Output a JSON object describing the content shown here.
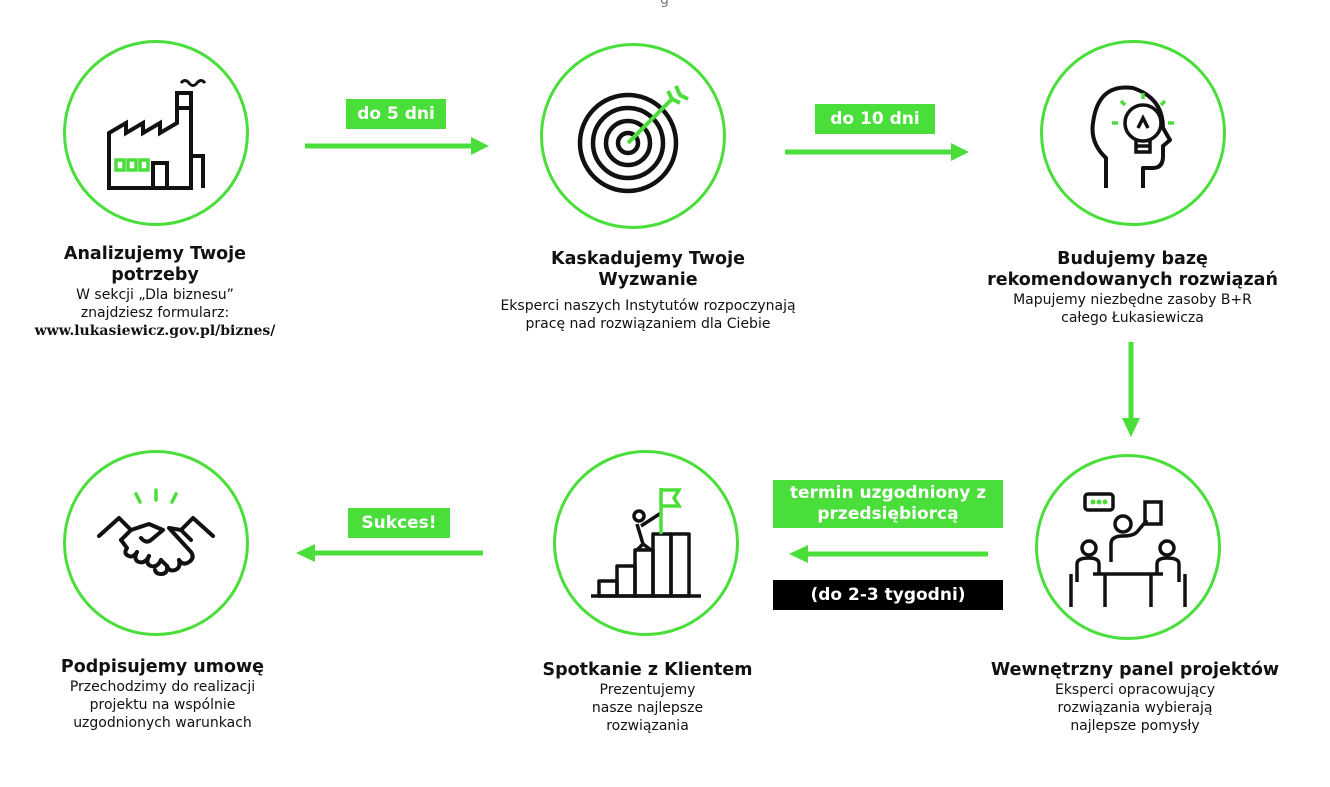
{
  "top_fragment": "g",
  "steps": [
    {
      "title": "Analizujemy Twoje potrzeby",
      "desc": "W sekcji „Dla biznesu” znajdziesz formularz:",
      "link": "www.lukasiewicz.gov.pl/biznes/",
      "icon": "factory-icon"
    },
    {
      "title": "Kaskadujemy Twoje Wyzwanie",
      "desc": "Eksperci naszych Instytutów rozpoczynają pracę nad rozwiązaniem dla Ciebie",
      "icon": "target-icon"
    },
    {
      "title": "Budujemy bazę rekomendowanych rozwiązań",
      "desc": "Mapujemy niezbędne zasoby B+R całego Łukasiewicza",
      "icon": "head-lightbulb-icon"
    },
    {
      "title": "Wewnętrzny panel projektów",
      "desc": "Eksperci opracowujący rozwiązania wybierają najlepsze pomysły",
      "icon": "meeting-icon"
    },
    {
      "title": "Spotkanie z Klientem",
      "desc": "Prezentujemy nasze najlepsze rozwiązania",
      "icon": "summit-flag-icon"
    },
    {
      "title": "Podpisujemy umowę",
      "desc": "Przechodzimy do realizacji projektu na wspólnie uzgodnionych warunkach",
      "icon": "handshake-icon"
    }
  ],
  "badges": {
    "b1": "do 5 dni",
    "b2": "do 10 dni",
    "b3": "termin uzgodniony z przedsiębiorcą",
    "b4": "(do 2-3 tygodni)",
    "b5": "Sukces!"
  },
  "colors": {
    "accent": "#4ade3a",
    "text": "#111111",
    "dark_badge": "#000000"
  }
}
